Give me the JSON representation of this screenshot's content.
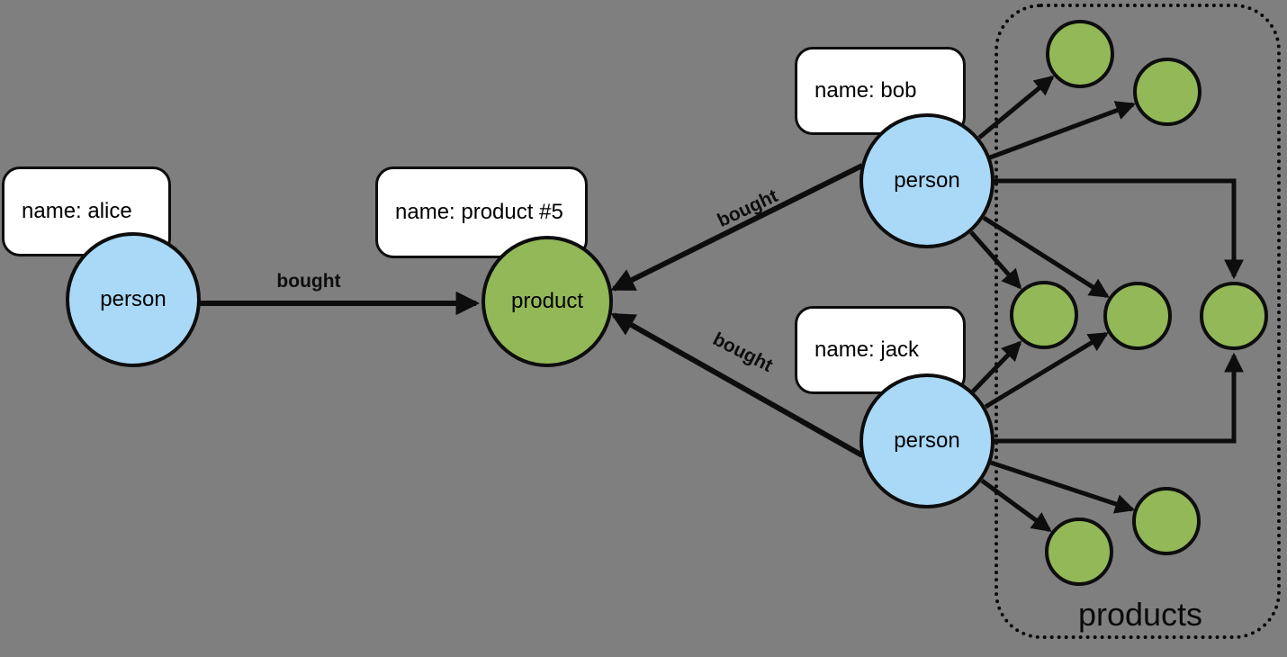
{
  "colors": {
    "background": "#7f7f7f",
    "person_fill": "#a9d9f7",
    "product_fill": "#93b857",
    "line": "#0d0d0d",
    "property_box_fill": "#ffffff"
  },
  "group": {
    "label": "products"
  },
  "nodes": {
    "alice": {
      "type_label": "person",
      "property": "name: alice"
    },
    "bob": {
      "type_label": "person",
      "property": "name: bob"
    },
    "jack": {
      "type_label": "person",
      "property": "name: jack"
    },
    "product5": {
      "type_label": "product",
      "property": "name: product #5"
    }
  },
  "edge_labels": {
    "alice_bought": "bought",
    "bob_bought": "bought",
    "jack_bought": "bought"
  }
}
